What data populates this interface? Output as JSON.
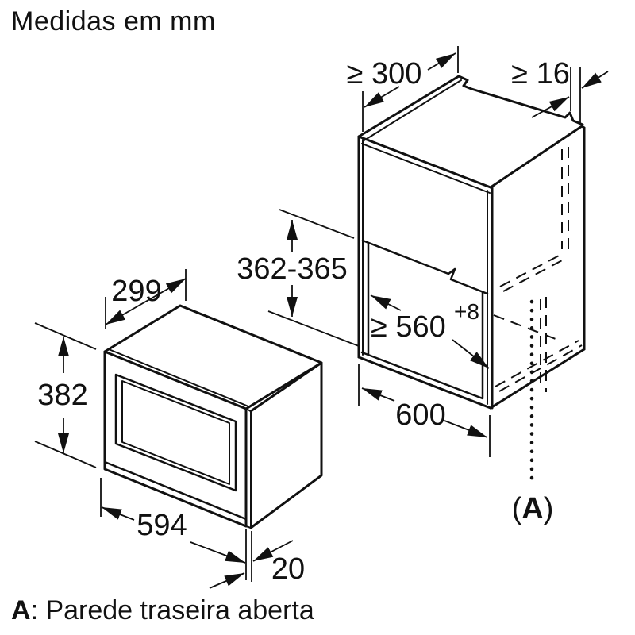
{
  "title": "Medidas em mm",
  "colors": {
    "line": "#111111",
    "background": "#ffffff"
  },
  "microwave": {
    "depth": "299",
    "height": "382",
    "width": "594",
    "door_protrusion": "20"
  },
  "cabinet": {
    "top_depth_min": "≥ 300",
    "panel_thickness_min": "≥ 16",
    "niche_height_range": "362-365",
    "niche_width_min": "≥ 560",
    "niche_width_tolerance": "+8",
    "cabinet_width": "600",
    "marker_open": "(",
    "marker_letter": "A",
    "marker_close": ")"
  },
  "legend": {
    "key": "A",
    "text": ": Parede traseira aberta"
  }
}
